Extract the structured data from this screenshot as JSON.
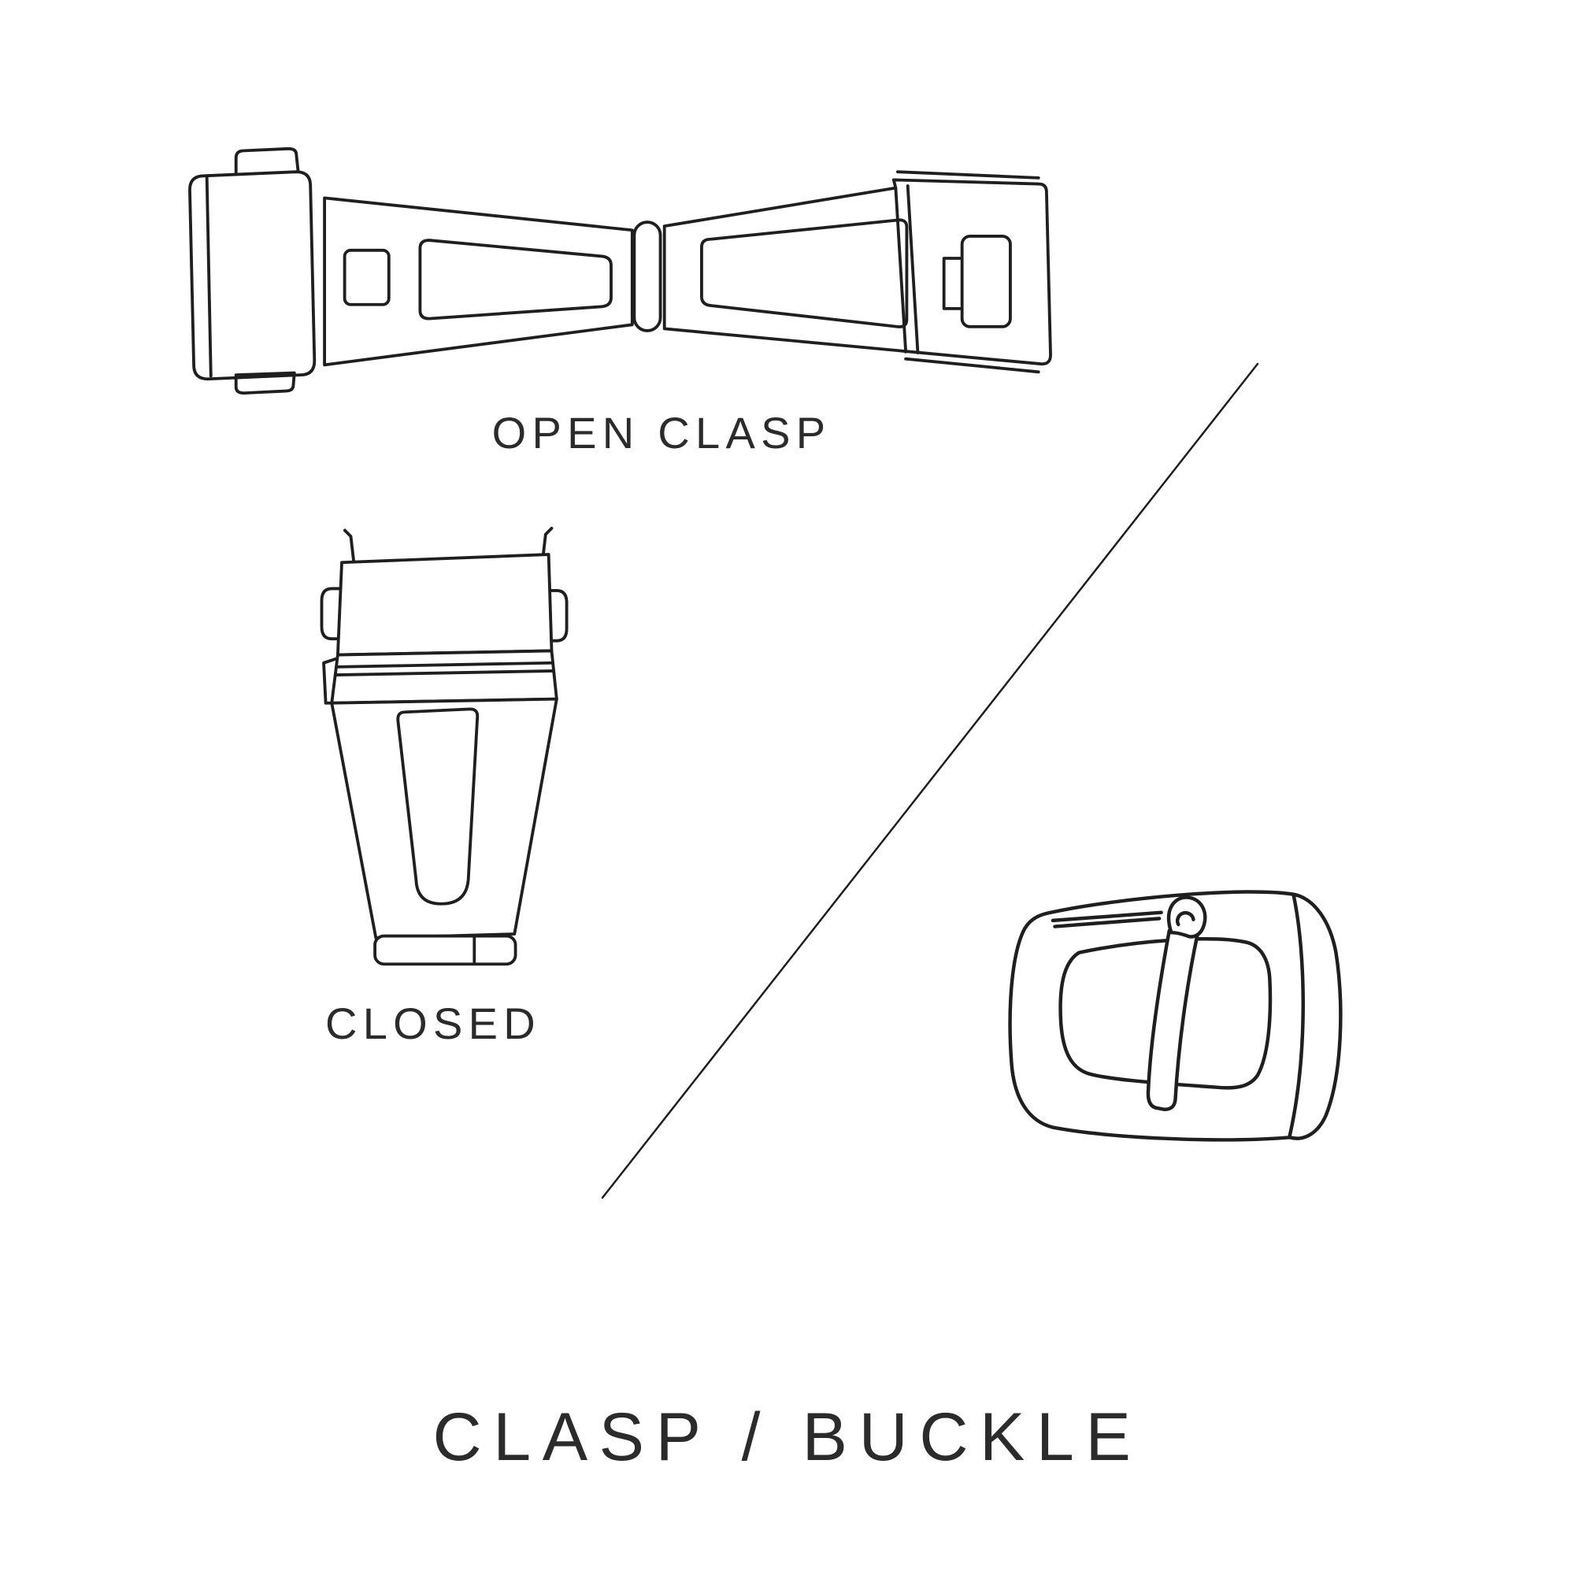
{
  "title": {
    "text": "CLASP / BUCKLE"
  },
  "labels": {
    "open_clasp": "OPEN CLASP",
    "closed": "CLOSED"
  },
  "illustrations": {
    "open_clasp": "open-clasp-top-view",
    "closed_clasp": "closed-clasp-front-view",
    "buckle": "tang-buckle-three-quarter-view",
    "divider": "diagonal-divider-line"
  },
  "colors": {
    "background": "#ffffff",
    "line": "#1f1f1f",
    "text": "#2b2b2b"
  }
}
